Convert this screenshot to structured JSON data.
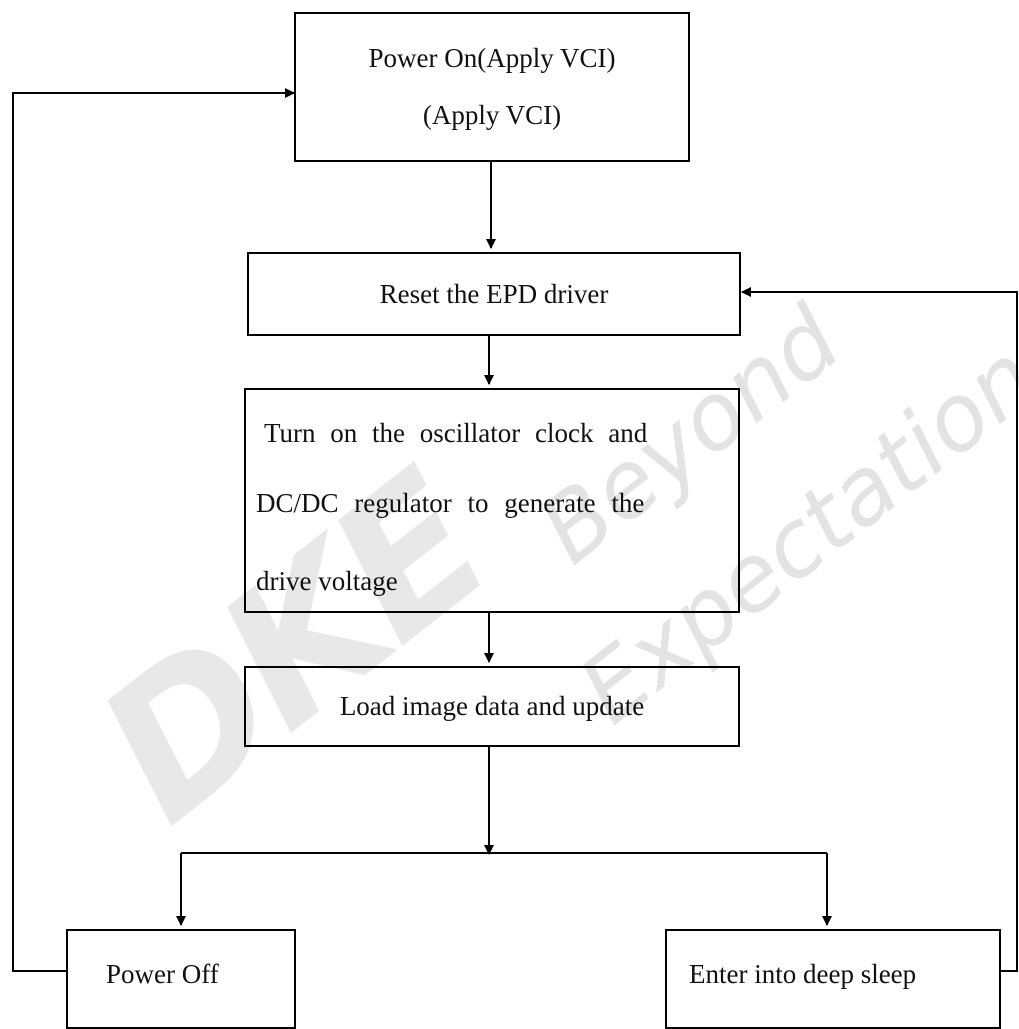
{
  "watermark": {
    "logo": "DKE",
    "line1": "Beyond",
    "line2": "Expectation"
  },
  "nodes": {
    "power_on": {
      "line1": "Power On(Apply VCI)",
      "line2": "(Apply VCI)"
    },
    "reset": {
      "label": "Reset the EPD driver"
    },
    "turn_on": {
      "line1": "Turn on the oscillator clock and",
      "line2": "DC/DC regulator to generate the",
      "line3": "drive voltage"
    },
    "load": {
      "label": "Load image data and update"
    },
    "power_off": {
      "label": "Power Off"
    },
    "deep_sleep": {
      "label": "Enter into deep sleep"
    }
  }
}
